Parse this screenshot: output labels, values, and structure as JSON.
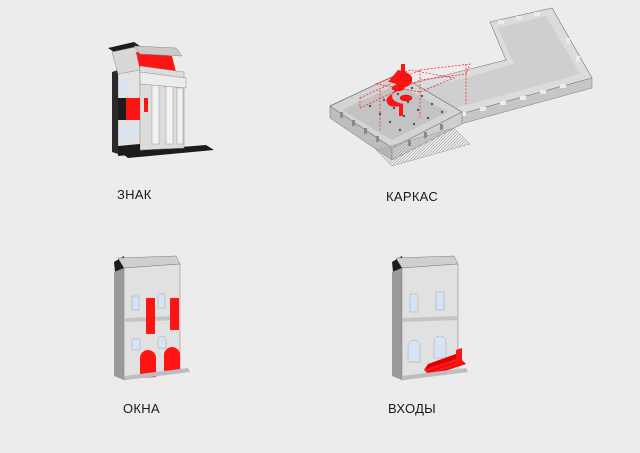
{
  "captions": {
    "sign": "ЗНАК",
    "frame": "КАРКАС",
    "windows": "ОКНА",
    "entrances": "ВХОДЫ"
  },
  "colors": {
    "background": "#ececec",
    "wall_front": "#e2e2e2",
    "wall_side": "#c9c9c9",
    "wall_top": "#d6d6d6",
    "accent": "#ff1414",
    "glass": "#d5e3f5",
    "outline": "#7a7a7a",
    "dark": "#1c1c1c"
  }
}
